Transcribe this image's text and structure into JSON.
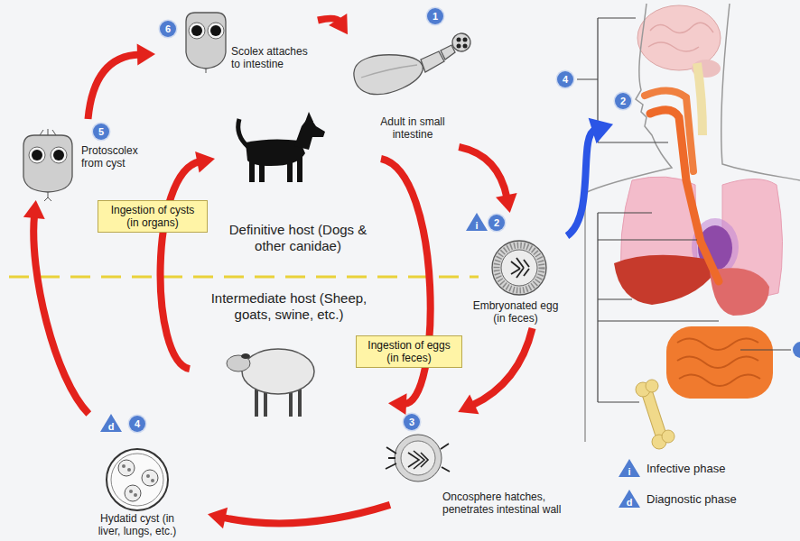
{
  "diagram": {
    "nodes": [
      {
        "text": [
          "1",
          "Adult in small intestine"
        ]
      },
      {
        "text": [
          "2",
          "Embryonated egg (in feces)"
        ]
      },
      {
        "text": [
          "3",
          "Oncosphere hatches, penetrates intestinal wall"
        ]
      },
      {
        "text": [
          "4",
          "Hydatid cyst (in liver, lungs, etc.)"
        ]
      },
      {
        "text": [
          "5",
          "Protoscolex from cyst"
        ]
      },
      {
        "text": [
          "6",
          "Scolex attaches to intestine"
        ]
      },
      {
        "text": [
          "Definitive host (Dogs & other canidae)"
        ]
      },
      {
        "text": [
          "Intermediate host (Sheep, goats, swine, etc.)"
        ]
      },
      {
        "text": [
          "2"
        ]
      }
    ],
    "edges": [
      {
        "from": 0,
        "to": 1,
        "arrow": "to"
      },
      {
        "from": 1,
        "to": 2,
        "arrow": "to"
      },
      {
        "from": 2,
        "to": 3,
        "arrow": "to"
      },
      {
        "from": 3,
        "to": 4,
        "arrow": "to"
      },
      {
        "from": 4,
        "to": 5,
        "arrow": "to"
      },
      {
        "from": 5,
        "to": 0,
        "arrow": "to"
      },
      {
        "from": 1,
        "to": 8,
        "arrow": "to"
      },
      {
        "from": 6,
        "to": 7,
        "label": "Ingestion of eggs (in feces)",
        "arrow": "to"
      },
      {
        "from": 7,
        "to": 6,
        "label": "Ingestion of cysts (in organs)",
        "arrow": "to"
      }
    ],
    "labels": [
      "4",
      "i",
      "d",
      "i",
      "d"
    ],
    "legend": [
      {
        "text": "Infective phase"
      },
      {
        "text": "Diagnostic phase"
      }
    ]
  }
}
